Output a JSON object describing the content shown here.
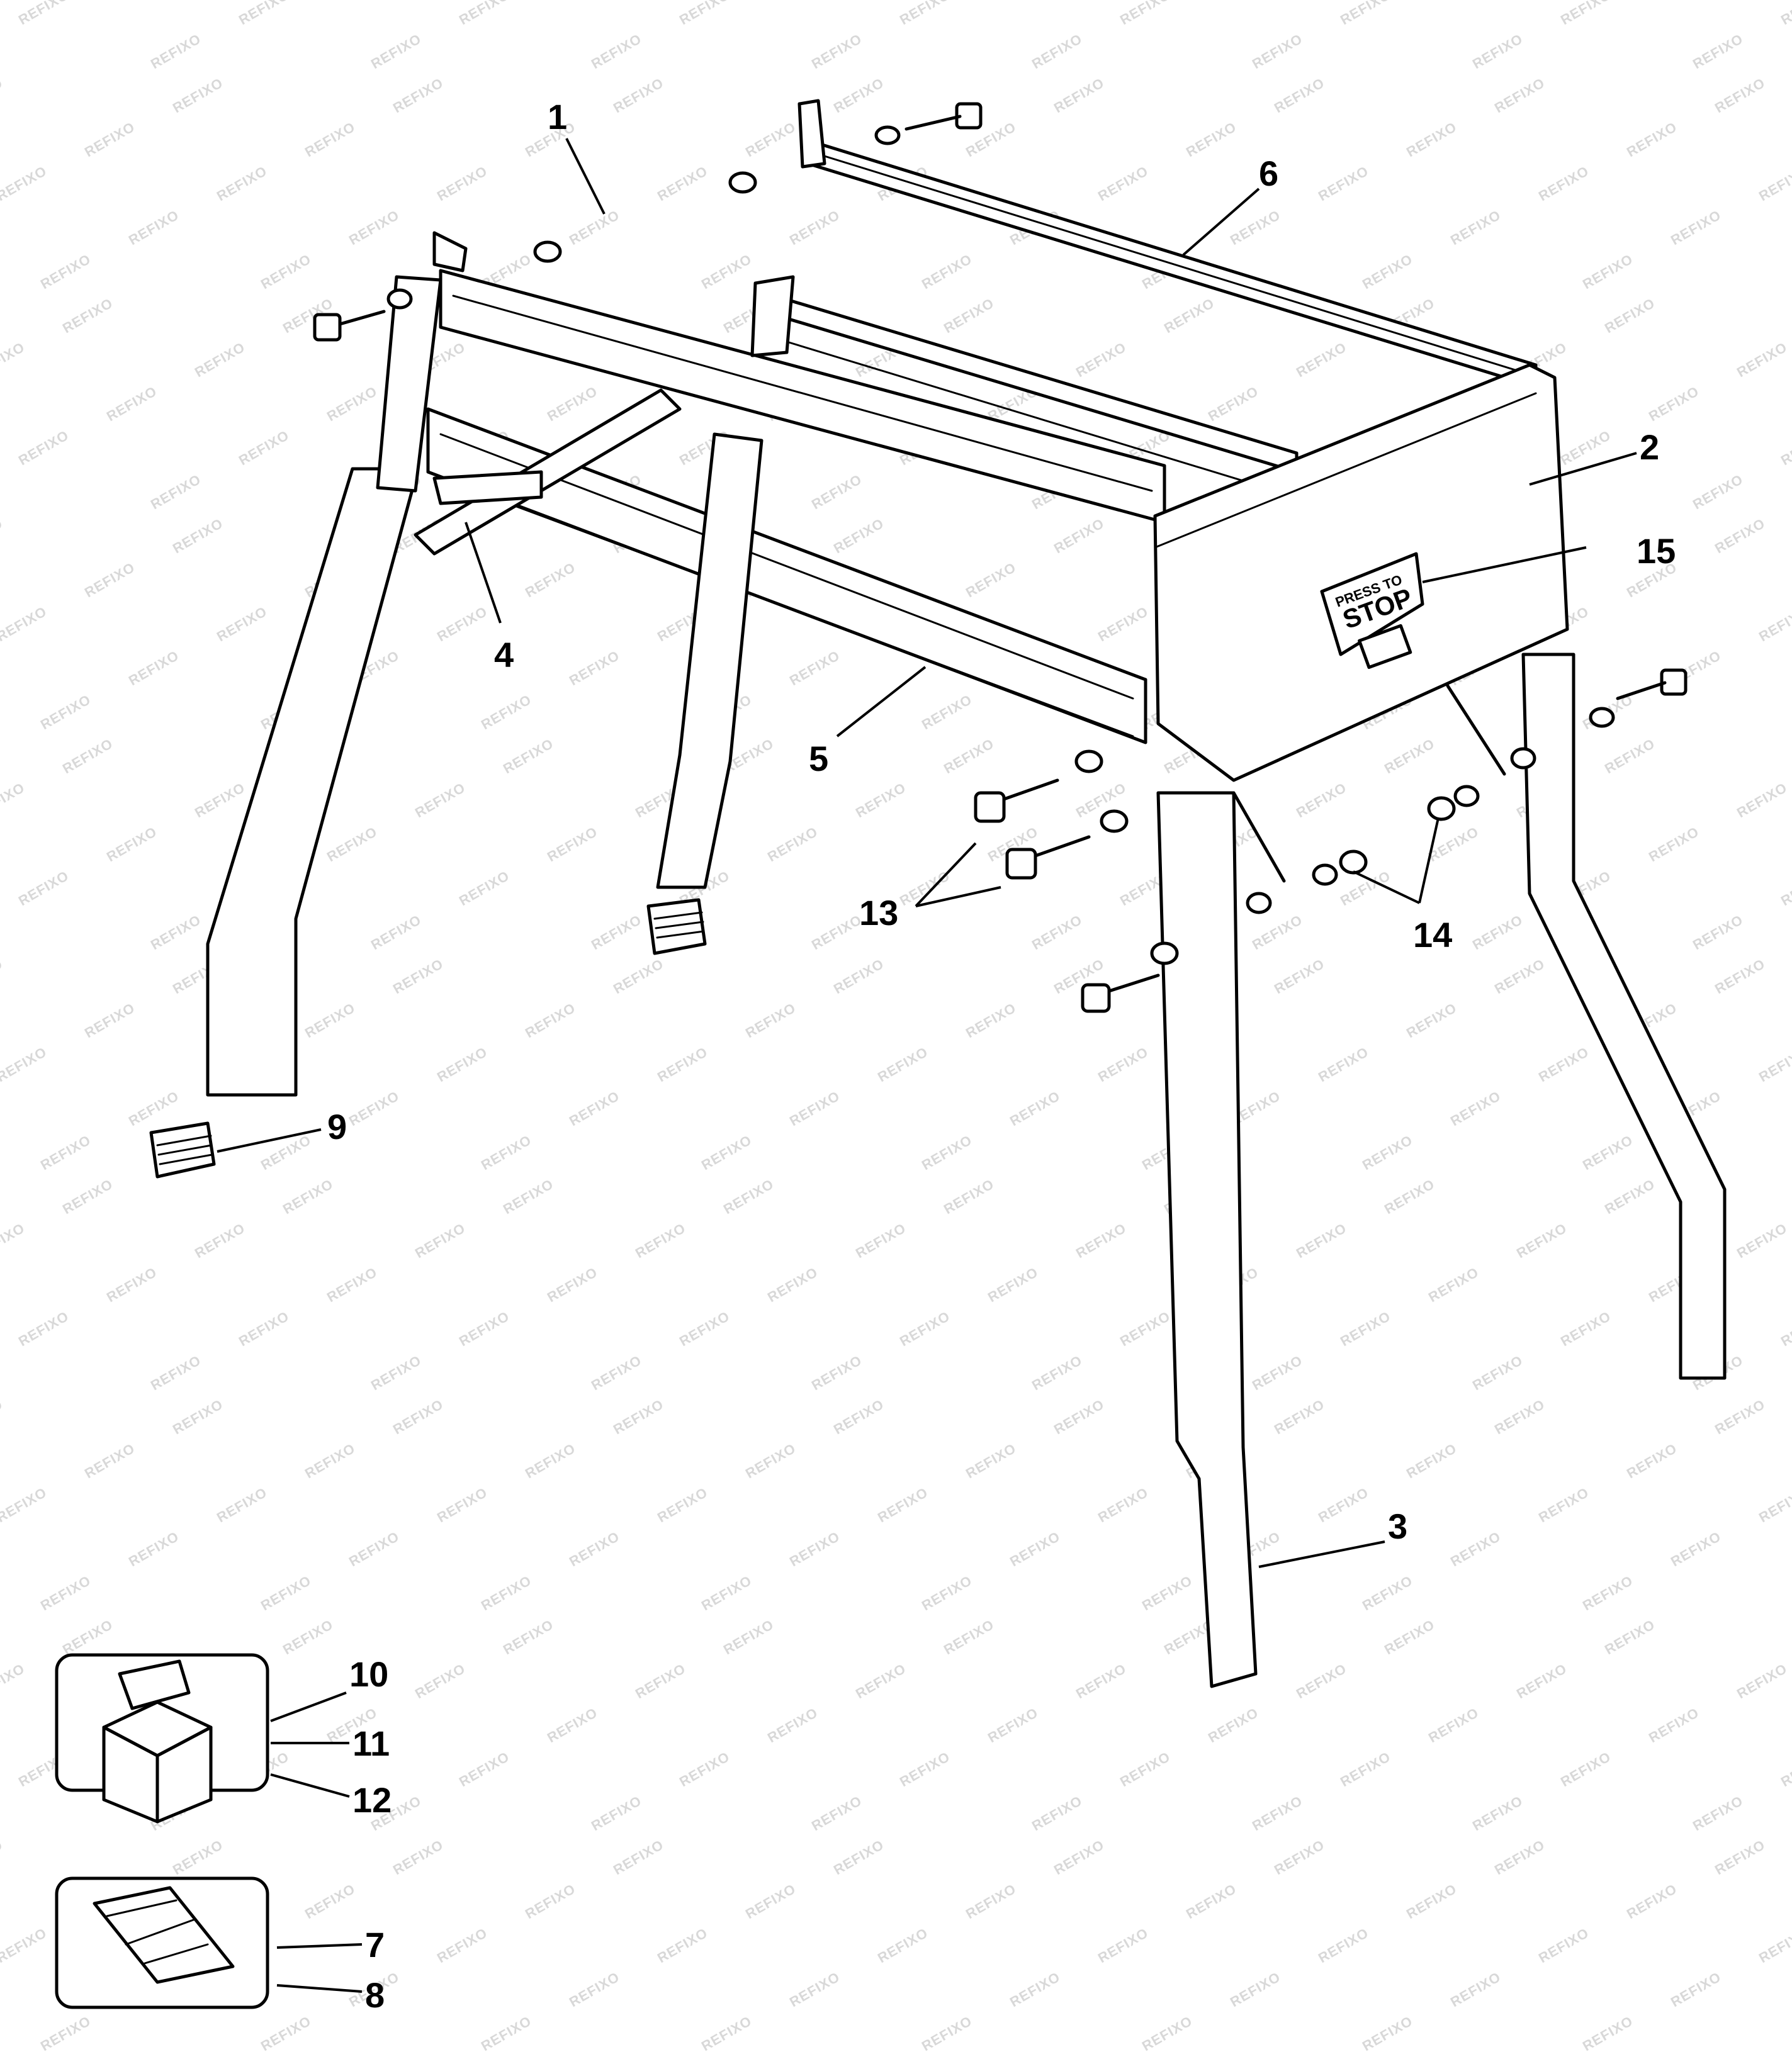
{
  "watermark": "REFIXO",
  "switch_label": {
    "line1": "PRESS TO",
    "line2": "STOP"
  },
  "callouts": [
    {
      "id": "c1",
      "label": "1"
    },
    {
      "id": "c2",
      "label": "2"
    },
    {
      "id": "c3",
      "label": "3"
    },
    {
      "id": "c4",
      "label": "4"
    },
    {
      "id": "c5",
      "label": "5"
    },
    {
      "id": "c6",
      "label": "6"
    },
    {
      "id": "c7",
      "label": "7"
    },
    {
      "id": "c8",
      "label": "8"
    },
    {
      "id": "c9",
      "label": "9"
    },
    {
      "id": "c10",
      "label": "10"
    },
    {
      "id": "c11",
      "label": "11"
    },
    {
      "id": "c12",
      "label": "12"
    },
    {
      "id": "c13",
      "label": "13"
    },
    {
      "id": "c14",
      "label": "14"
    },
    {
      "id": "c15",
      "label": "15"
    }
  ]
}
